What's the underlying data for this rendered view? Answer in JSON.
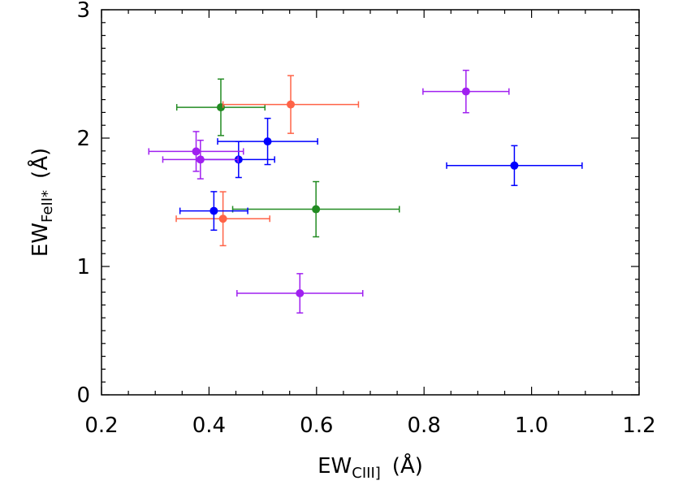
{
  "chart_data": {
    "type": "scatter",
    "title": "",
    "xlabel": {
      "main": "EW",
      "sub": "CIII]",
      "unit": "(Å)"
    },
    "ylabel": {
      "main": "EW",
      "sub": "FeII*",
      "unit": "(Å)"
    },
    "xlim": [
      0.2,
      1.2
    ],
    "ylim": [
      0,
      3
    ],
    "x_ticks": [
      "0.2",
      "0.4",
      "0.6",
      "0.8",
      "1.0",
      "1.2"
    ],
    "y_ticks": [
      "0",
      "1",
      "2",
      "3"
    ],
    "grid": false,
    "legend": "none",
    "points": [
      {
        "color": "#228B22",
        "x": 0.422,
        "y": 2.24,
        "xerr": 0.082,
        "yerr": 0.22
      },
      {
        "color": "#228B22",
        "x": 0.599,
        "y": 1.446,
        "xerr": 0.155,
        "yerr": 0.215
      },
      {
        "color": "#FF6347",
        "x": 0.552,
        "y": 2.262,
        "xerr": 0.126,
        "yerr": 0.225
      },
      {
        "color": "#FF6347",
        "x": 0.426,
        "y": 1.372,
        "xerr": 0.087,
        "yerr": 0.21
      },
      {
        "color": "#0000FF",
        "x": 0.509,
        "y": 1.974,
        "xerr": 0.093,
        "yerr": 0.18
      },
      {
        "color": "#0000FF",
        "x": 0.455,
        "y": 1.833,
        "xerr": 0.067,
        "yerr": 0.14
      },
      {
        "color": "#0000FF",
        "x": 0.409,
        "y": 1.433,
        "xerr": 0.063,
        "yerr": 0.15
      },
      {
        "color": "#0000FF",
        "x": 0.968,
        "y": 1.786,
        "xerr": 0.126,
        "yerr": 0.155
      },
      {
        "color": "#A020F0",
        "x": 0.376,
        "y": 1.896,
        "xerr": 0.088,
        "yerr": 0.155
      },
      {
        "color": "#A020F0",
        "x": 0.384,
        "y": 1.833,
        "xerr": 0.07,
        "yerr": 0.15
      },
      {
        "color": "#A020F0",
        "x": 0.878,
        "y": 2.363,
        "xerr": 0.08,
        "yerr": 0.165
      },
      {
        "color": "#A020F0",
        "x": 0.569,
        "y": 0.791,
        "xerr": 0.117,
        "yerr": 0.153
      }
    ]
  }
}
